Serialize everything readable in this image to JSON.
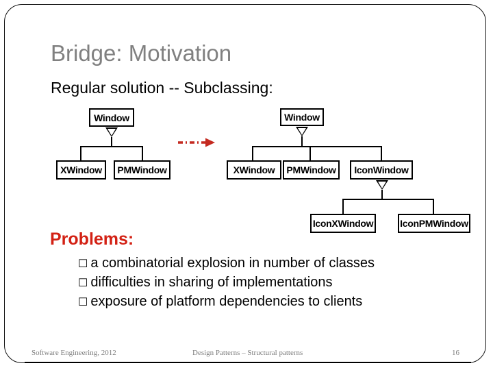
{
  "slide": {
    "title": "Bridge: Motivation",
    "subtitle": "Regular solution -- Subclassing:",
    "title_color": "#808080",
    "accent_color": "#D32114"
  },
  "diagram": {
    "left_hierarchy": {
      "root": "Window",
      "children": [
        "XWindow",
        "PMWindow"
      ]
    },
    "transition_arrow": "red-dash-dot-arrow",
    "right_hierarchy": {
      "root": "Window",
      "children": [
        "XWindow",
        "PMWindow",
        "IconWindow"
      ],
      "grandchildren_parent": "IconWindow",
      "grandchildren": [
        "IconXWindow",
        "IconPMWindow"
      ]
    }
  },
  "problems": {
    "heading": "Problems:",
    "bullet_marker": "☐",
    "items": [
      "a combinatorial explosion in number of classes",
      "difficulties in sharing of implementations",
      "exposure of platform dependencies to clients"
    ]
  },
  "footer": {
    "left": "Software Engineering, 2012",
    "center": "Design Patterns – Structural patterns",
    "page_number": "16"
  }
}
